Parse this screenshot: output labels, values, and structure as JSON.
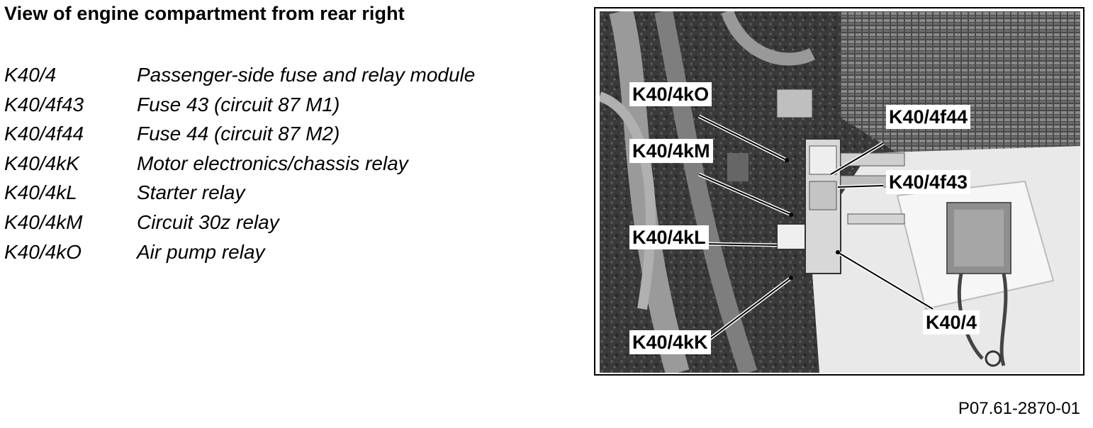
{
  "title": "View of engine compartment from rear right",
  "legend": [
    {
      "code": "K40/4",
      "description": "Passenger-side fuse and relay module"
    },
    {
      "code": "K40/4f43",
      "description": "Fuse 43 (circuit 87 M1)"
    },
    {
      "code": "K40/4f44",
      "description": "Fuse 44 (circuit 87 M2)"
    },
    {
      "code": "K40/4kK",
      "description": "Motor electronics/chassis relay"
    },
    {
      "code": "K40/4kL",
      "description": "Starter relay"
    },
    {
      "code": "K40/4kM",
      "description": "Circuit 30z relay"
    },
    {
      "code": "K40/4kO",
      "description": "Air pump relay"
    }
  ],
  "callouts": {
    "kO": "K40/4kO",
    "f44": "K40/4f44",
    "kM": "K40/4kM",
    "f43": "K40/4f43",
    "kL": "K40/4kL",
    "k40_4": "K40/4",
    "kK": "K40/4kK"
  },
  "figure_id": "P07.61-2870-01"
}
